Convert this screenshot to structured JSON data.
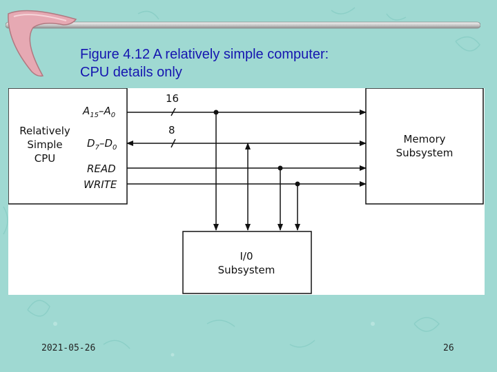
{
  "slide": {
    "title": "Figure 4.12 A relatively simple computer:\nCPU details only",
    "date": "2021-05-26",
    "page_number": "26"
  },
  "diagram": {
    "cpu_label": "Relatively\nSimple\nCPU",
    "memory_label": "Memory\nSubsystem",
    "io_label": "I/0\nSubsystem",
    "address_bus": {
      "main": "A",
      "sub_hi": "15",
      "sep": "–A",
      "sub_lo": "0",
      "width": "16"
    },
    "data_bus": {
      "main": "D",
      "sub_hi": "7",
      "sep": "–D",
      "sub_lo": "0",
      "width": "8"
    },
    "read_signal": "READ",
    "write_signal": "WRITE"
  },
  "colors": {
    "background": "#9fd9d2",
    "title": "#1515b0",
    "boomerang": "#e6a9b3"
  }
}
